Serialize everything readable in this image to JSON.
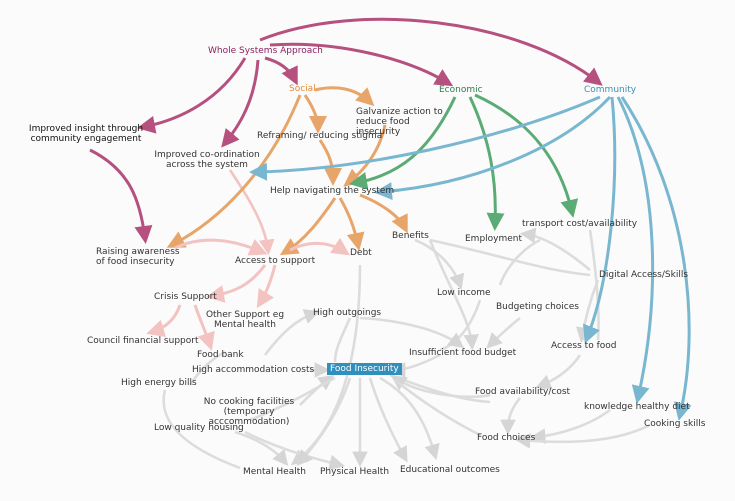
{
  "nodes": {
    "whole_systems": "Whole Systems Approach",
    "social": "Social",
    "economic": "Economic",
    "community": "Community",
    "improved_insight": "Improved insight through community engagement",
    "galvanize": "Galvanize action to reduce food insecurity",
    "reframing": "Reframing/ reducing stigma",
    "improved_coordination": "Improved co-ordination across the system",
    "help_navigating": "Help navigating the system",
    "transport": "transport cost/availability",
    "benefits": "Benefits",
    "employment": "Employment",
    "raising_awareness": "Raising awareness of food insecurity",
    "access_support": "Access to support",
    "debt": "Debt",
    "digital_access": "Digital Access/Skills",
    "crisis_support": "Crisis Support",
    "low_income": "Low income",
    "budgeting": "Budgeting choices",
    "other_support": "Other Support eg Mental health",
    "high_outgoings": "High outgoings",
    "council_financial": "Council financial support",
    "access_food": "Access to food",
    "insufficient_budget": "Insufficient food budget",
    "food_bank": "Food bank",
    "high_accommodation": "High accommodation costs",
    "food_insecurity": "Food Insecurity",
    "high_energy": "High energy bills",
    "food_availability": "Food availability/cost",
    "no_cooking": "No cooking facilities (temporary acccommodation)",
    "knowledge_diet": "knowledge healthy diet",
    "low_quality_housing": "Low quality housing",
    "cooking_skills": "Cooking skills",
    "food_choices": "Food choices",
    "mental_health": "Mental Health",
    "physical_health": "Physical Health",
    "educational": "Educational outcomes"
  },
  "colors": {
    "whole_systems": "#b5507f",
    "social": "#e8a56a",
    "social_light": "#f2c3c0",
    "economic": "#5aab74",
    "community": "#79b7d1",
    "grey": "#d9d9d9",
    "food_insecurity_bg": "#2f8fbd"
  }
}
